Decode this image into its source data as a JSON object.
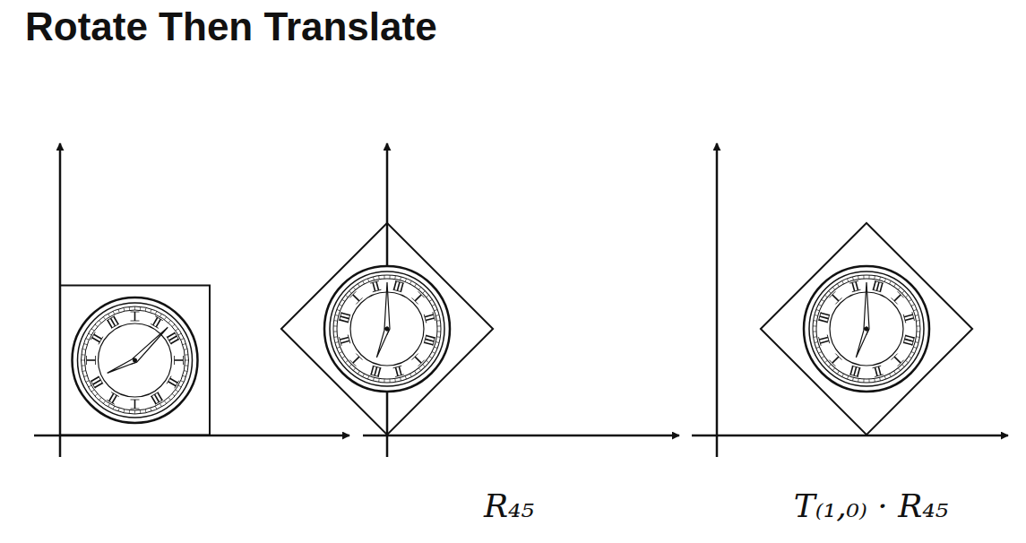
{
  "diagram": {
    "title": "Rotate Then Translate",
    "labels": [
      "R₄₅",
      "T₍₁,₀₎ · R₄₅"
    ]
  }
}
